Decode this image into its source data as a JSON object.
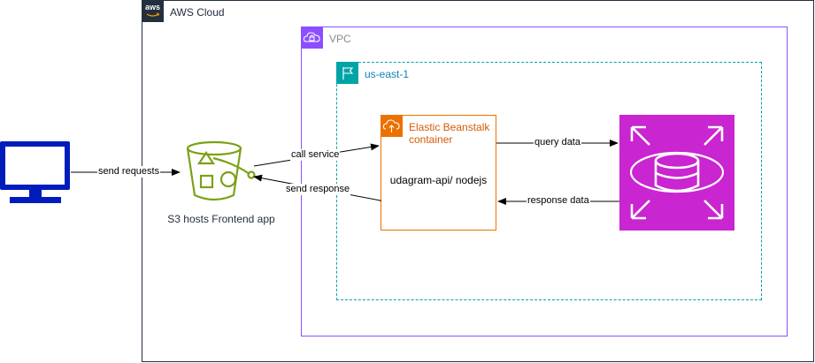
{
  "aws_cloud": {
    "label": "AWS Cloud",
    "logo_text": "aws"
  },
  "vpc": {
    "label": "VPC"
  },
  "region": {
    "label": "us-east-1"
  },
  "s3": {
    "label": "S3 hosts Frontend app"
  },
  "beanstalk": {
    "title_line1": "Elastic Beanstalk",
    "title_line2": "container",
    "body": "udagram-api/ nodejs"
  },
  "edges": {
    "send_requests": "send requests",
    "call_service": "call service",
    "send_response": "send response",
    "query_data": "query data",
    "response_data": "response data"
  },
  "colors": {
    "aws_border": "#232f3e",
    "vpc": "#8c4fff",
    "region": "#00a4a6",
    "region_text": "#147eba",
    "beanstalk": "#ed7100",
    "s3": "#7aa116",
    "rds": "#c925d1",
    "monitor": "#001dbc",
    "edge": "#000000"
  },
  "icons": {
    "aws": "aws-logo-icon",
    "vpc": "vpc-cloud-lock-icon",
    "region": "flag-icon",
    "beanstalk": "elastic-beanstalk-icon",
    "s3": "s3-bucket-icon",
    "rds": "rds-database-icon",
    "client": "desktop-monitor-icon"
  }
}
